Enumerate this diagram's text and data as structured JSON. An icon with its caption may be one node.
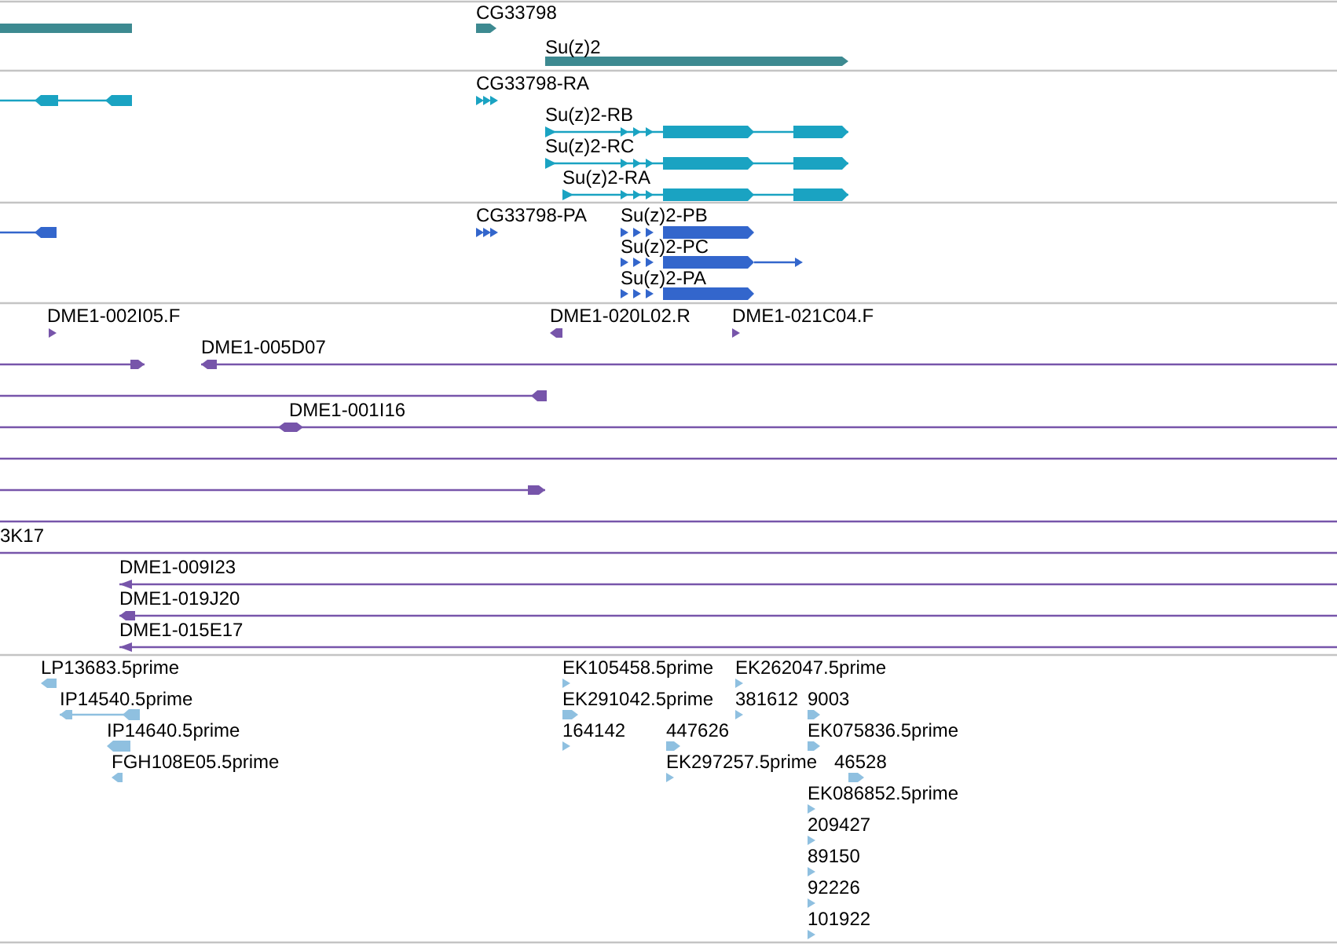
{
  "diagram": {
    "nodes": [
      {
        "text": [
          "CG33798"
        ]
      },
      {
        "text": [
          "Su(z)2"
        ]
      },
      {
        "text": [
          "CG33798-RA"
        ]
      },
      {
        "text": [
          "Su(z)2-RB"
        ]
      },
      {
        "text": [
          "Su(z)2-RC"
        ]
      },
      {
        "text": [
          "Su(z)2-RA"
        ]
      },
      {
        "text": [
          "CG33798-PA"
        ]
      },
      {
        "text": [
          "Su(z)2-PB"
        ]
      },
      {
        "text": [
          "Su(z)2-PC"
        ]
      },
      {
        "text": [
          "Su(z)2-PA"
        ]
      },
      {
        "text": [
          "DME1-002I05.F"
        ]
      },
      {
        "text": [
          "DME1-020L02.R"
        ]
      },
      {
        "text": [
          "DME1-021C04.F"
        ]
      },
      {
        "text": [
          "DME1-005D07"
        ]
      },
      {
        "text": [
          "DME1-001I16"
        ]
      },
      {
        "text": [
          "3K17"
        ]
      },
      {
        "text": [
          "DME1-009I23"
        ]
      },
      {
        "text": [
          "DME1-019J20"
        ]
      },
      {
        "text": [
          "DME1-015E17"
        ]
      },
      {
        "text": [
          "LP13683.5prime"
        ]
      },
      {
        "text": [
          "IP14540.5prime"
        ]
      },
      {
        "text": [
          "IP14640.5prime"
        ]
      },
      {
        "text": [
          "FGH108E05.5prime"
        ]
      },
      {
        "text": [
          "EK105458.5prime"
        ]
      },
      {
        "text": [
          "EK262047.5prime"
        ]
      },
      {
        "text": [
          "EK291042.5prime"
        ]
      },
      {
        "text": [
          "381612"
        ]
      },
      {
        "text": [
          "9003"
        ]
      },
      {
        "text": [
          "164142"
        ]
      },
      {
        "text": [
          "447626"
        ]
      },
      {
        "text": [
          "EK075836.5prime"
        ]
      },
      {
        "text": [
          "EK297257.5prime"
        ]
      },
      {
        "text": [
          "46528"
        ]
      },
      {
        "text": [
          "EK086852.5prime"
        ]
      },
      {
        "text": [
          "209427"
        ]
      },
      {
        "text": [
          "89150"
        ]
      },
      {
        "text": [
          "92226"
        ]
      },
      {
        "text": [
          "101922"
        ]
      }
    ]
  }
}
